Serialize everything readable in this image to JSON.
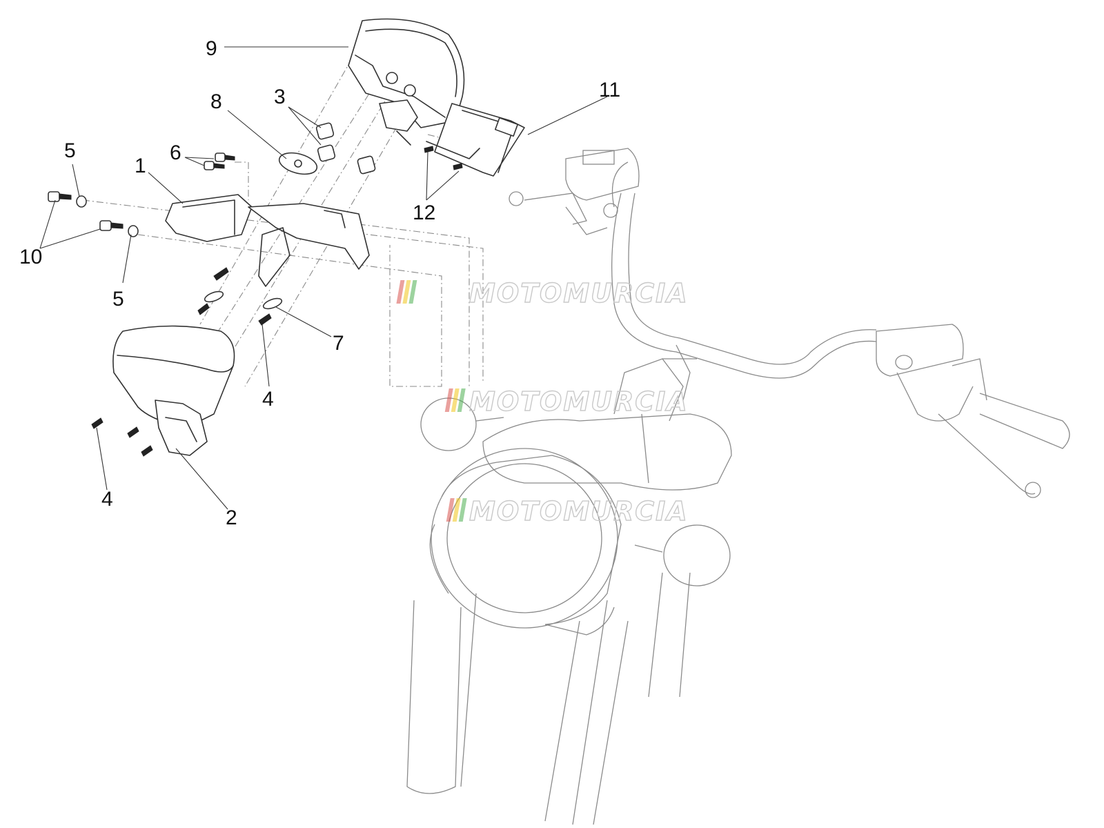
{
  "watermark": {
    "brand": "MOTOMURCIA",
    "stripe_colors": [
      "#d9534f",
      "#f0c419",
      "#4caf50"
    ]
  },
  "callouts": [
    "9",
    "3",
    "8",
    "11",
    "5",
    "6",
    "1",
    "10",
    "12",
    "5",
    "7",
    "4",
    "4",
    "2"
  ]
}
